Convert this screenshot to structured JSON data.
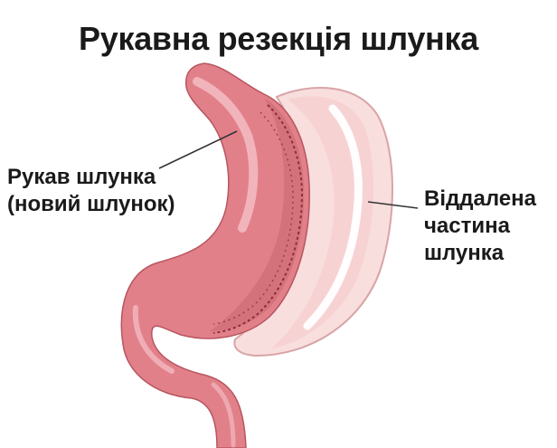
{
  "title": "Рукавна резекція шлунка",
  "labels": {
    "sleeve": {
      "line1": "Рукав шлунка",
      "line2": "(новий шлунок)"
    },
    "removed": {
      "line1": "Віддалена",
      "line2": "частина",
      "line3": "шлунка"
    }
  },
  "colors": {
    "sleeve_fill": "#e2808a",
    "sleeve_dark": "#c15762",
    "sleeve_highlight": "#f3b9bf",
    "removed_fill": "#f9dede",
    "removed_outline": "#d9a4a7",
    "removed_highlight": "#ffffff",
    "staple_line": "#8c2f3a"
  }
}
